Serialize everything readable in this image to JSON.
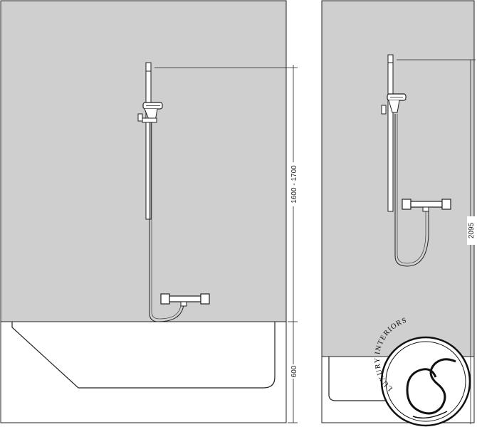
{
  "drawing": {
    "wall_color": "#cfcfcf",
    "line_color": "#222222",
    "dimensions": {
      "front_height": "1600 - 1700",
      "front_tub": "600",
      "side_total": "2095"
    },
    "logo": {
      "text": "LUXURY INTERIORS",
      "monogram": "S"
    }
  }
}
